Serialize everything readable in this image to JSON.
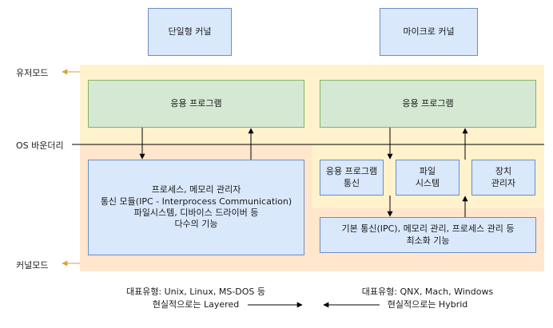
{
  "title_monolithic": "단일형 커널",
  "title_micro": "마이크로 커널",
  "user_mode_label": "유저모드",
  "os_boundary_label": "OS 바운더리",
  "kernel_mode_label": "커널모드",
  "mono_app": "응용 프로그램",
  "micro_app": "응용 프로그램",
  "mono_kernel": "프로세스, 메모리 관리자\n통신 모듈(IPC - Interprocess Communication)\n파일시스템, 디바이스 드라이버 등\n다수의 기능",
  "svc_app_comm": "응용 프로그램\n통신",
  "svc_fs": "파일\n시스템",
  "svc_dev": "장치\n관리자",
  "micro_kernel": "기본 통신(IPC), 메모리 관리, 프로세스 관리 등\n최소화 기능",
  "mono_desc": "대표유형: Unix, Linux, MS-DOS 등\n현실적으로는 Layered",
  "micro_desc": "대표유형: QNX, Mach, Windows\n현실적으로는 Hybrid",
  "colors": {
    "user_zone": "#fff2cc",
    "kernel_zone": "#ffe6cc",
    "blue_fill": "#dae8fc",
    "blue_stroke": "#6c8ebf",
    "green_fill": "#d5e8d4",
    "green_stroke": "#82b366",
    "mode_arrow": "#d6a33a"
  }
}
